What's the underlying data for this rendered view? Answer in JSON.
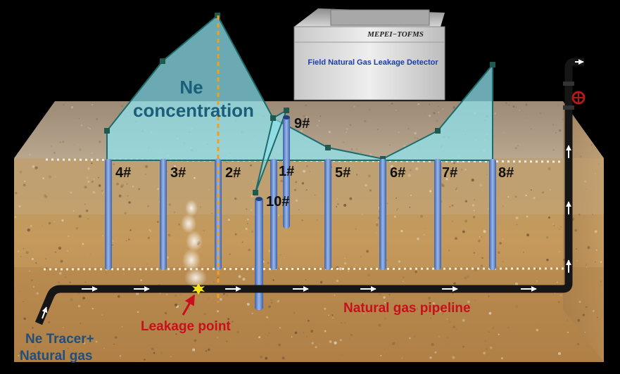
{
  "device": {
    "brand": "MEPEI−TOFMS",
    "title": "Field Natural Gas Leakage Detector"
  },
  "concentration_label": [
    "Ne",
    "concentration"
  ],
  "wells": [
    {
      "label": "4#"
    },
    {
      "label": "3#"
    },
    {
      "label": "2#"
    },
    {
      "label": "1#"
    },
    {
      "label": "5#"
    },
    {
      "label": "6#"
    },
    {
      "label": "7#"
    },
    {
      "label": "8#"
    },
    {
      "label": "9#"
    },
    {
      "label": "10#"
    }
  ],
  "pipeline_label": "Natural gas pipeline",
  "leak_label": "Leakage point",
  "tracer_label": [
    "Ne Tracer+",
    "Natural gas"
  ],
  "colors": {
    "concentration_fill": "#8fe3ef",
    "concentration_line": "#1e6b6b",
    "marker": "#1e5a50",
    "pipe": "#161616",
    "well": "#5a7fc4",
    "red_text": "#c8101c",
    "leak_dot": "#f5e21a",
    "axis_dashed": "#f0a020"
  }
}
